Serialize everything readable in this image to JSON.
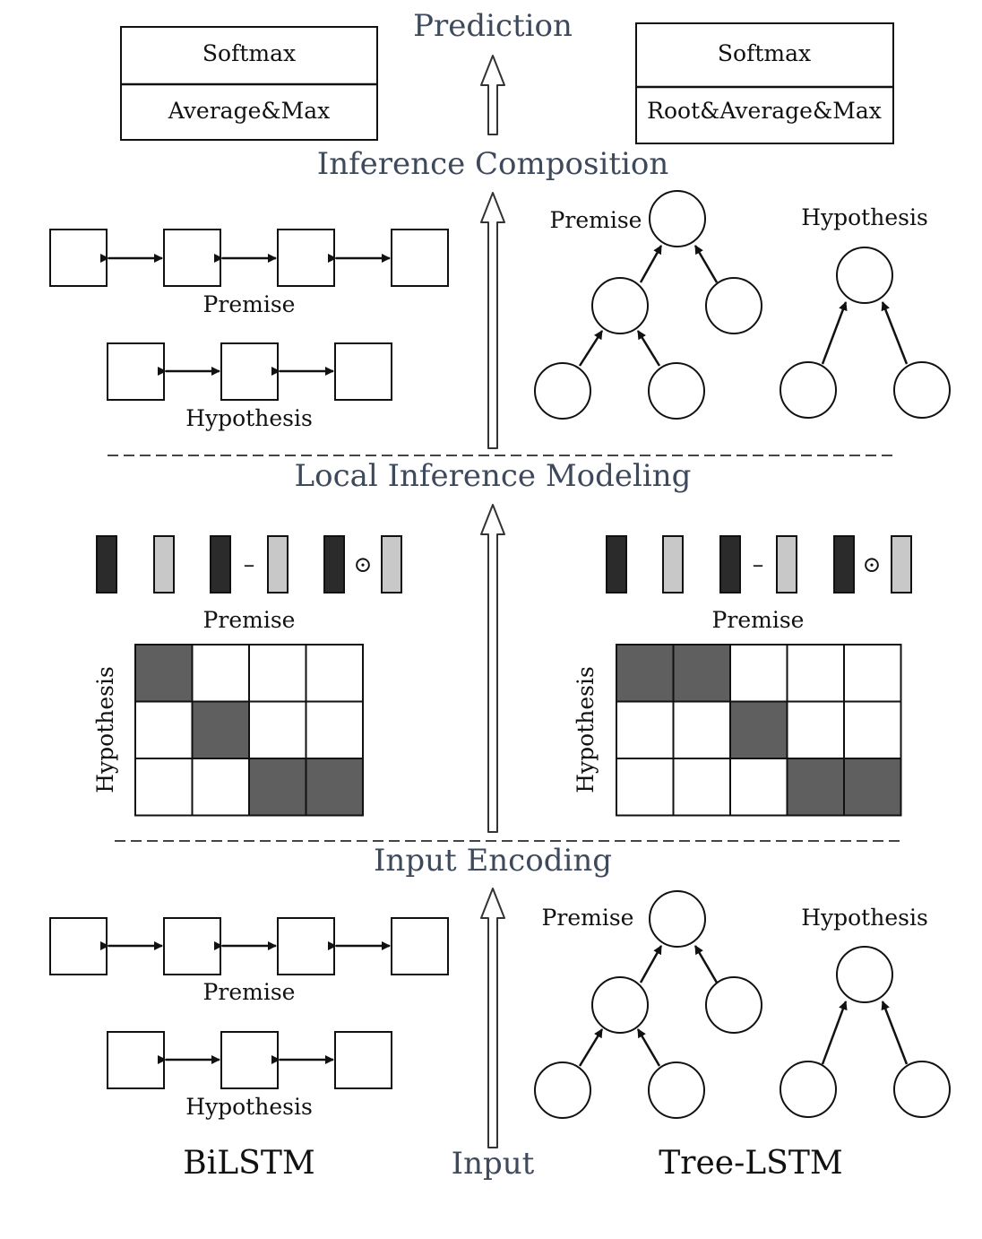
{
  "stages": {
    "prediction": "Prediction",
    "inference_composition": "Inference Composition",
    "local_inference_modeling": "Local Inference Modeling",
    "input_encoding": "Input Encoding",
    "input": "Input"
  },
  "pooling_left": {
    "top": "Softmax",
    "bottom": "Average&Max"
  },
  "pooling_right": {
    "top": "Softmax",
    "bottom": "Root&Average&Max"
  },
  "labels": {
    "premise": "Premise",
    "hypothesis": "Hypothesis",
    "bilstm": "BiLSTM",
    "tree_lstm": "Tree-LSTM"
  },
  "operators": {
    "minus": "–",
    "hadamard": "⊙"
  },
  "colors": {
    "dark_vector": "#2b2b2b",
    "light_vector": "#c8c8c8",
    "attention_cell": "#5f5f5f",
    "stage_text": "#3e4a5c"
  },
  "attention_left": [
    [
      1,
      0,
      0,
      0
    ],
    [
      0,
      1,
      0,
      0
    ],
    [
      0,
      0,
      1,
      1
    ]
  ],
  "attention_right": [
    [
      1,
      1,
      0,
      0,
      0
    ],
    [
      0,
      0,
      1,
      0,
      0
    ],
    [
      0,
      0,
      0,
      1,
      1
    ]
  ]
}
